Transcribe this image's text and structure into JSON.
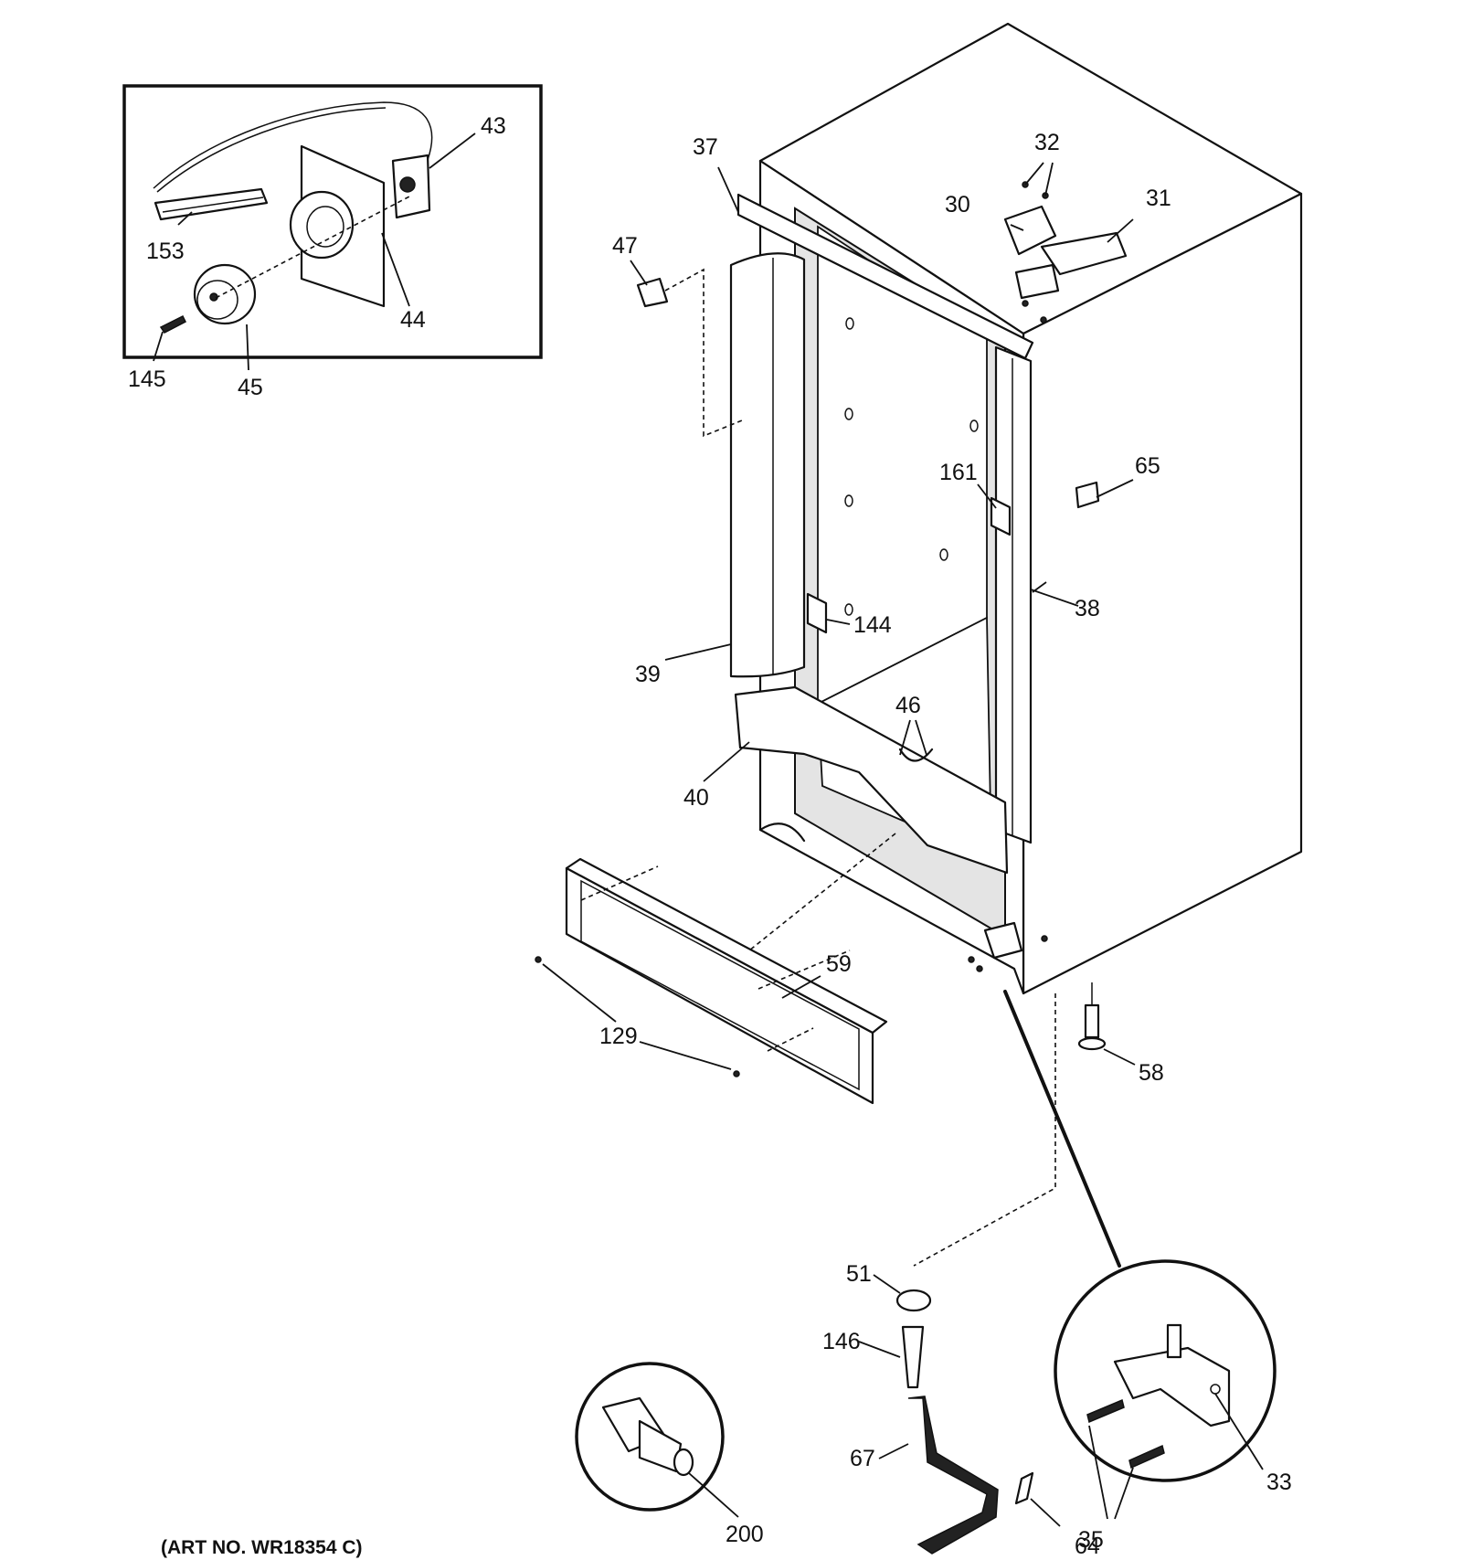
{
  "art_number": "(ART NO. WR18354 C)",
  "parts": {
    "p30": "30",
    "p31": "31",
    "p32": "32",
    "p33": "33",
    "p35": "35",
    "p37": "37",
    "p38": "38",
    "p39": "39",
    "p40": "40",
    "p43": "43",
    "p44": "44",
    "p45": "45",
    "p46": "46",
    "p47": "47",
    "p51": "51",
    "p58": "58",
    "p59": "59",
    "p64": "64",
    "p65": "65",
    "p67": "67",
    "p129": "129",
    "p144": "144",
    "p145": "145",
    "p146": "146",
    "p153": "153",
    "p161": "161",
    "p200": "200"
  }
}
